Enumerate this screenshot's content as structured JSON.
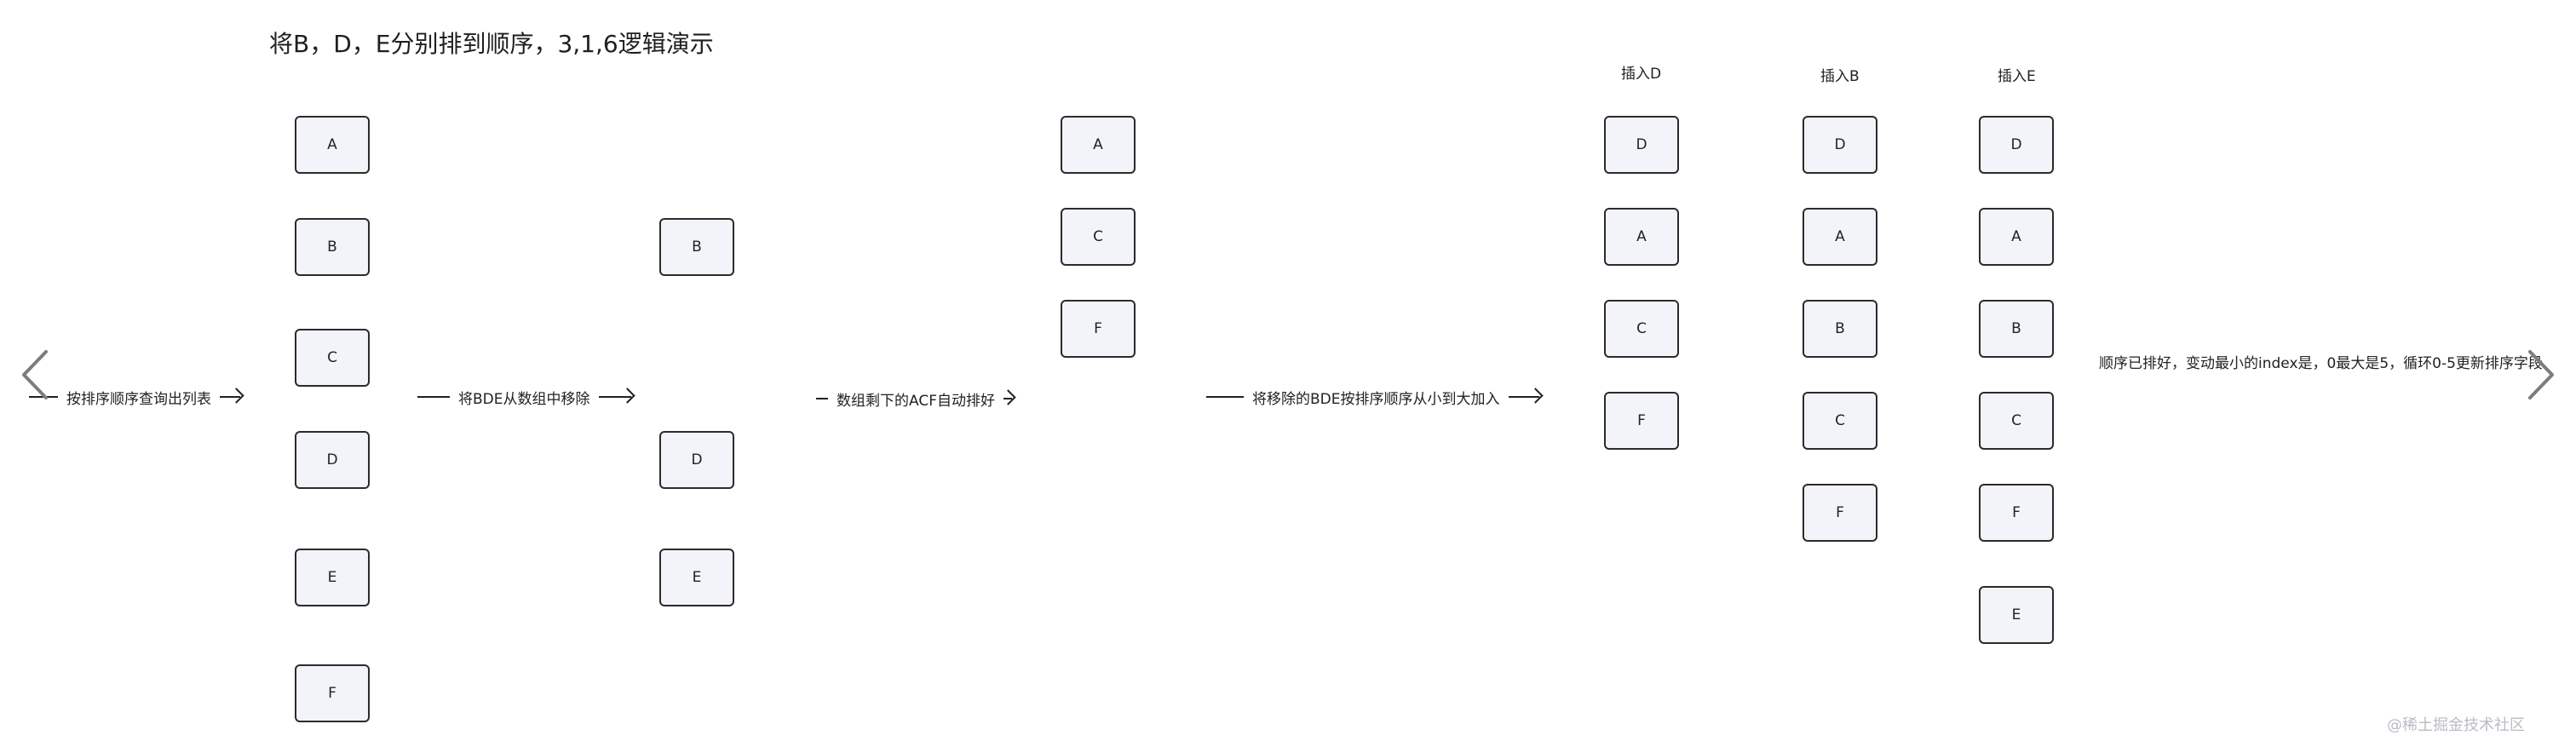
{
  "title": "将B，D，E分别排到顺序，3,1,6逻辑演示",
  "steps": [
    {
      "label": "按排序顺序查询出列表"
    },
    {
      "label": "将BDE从数组中移除"
    },
    {
      "label": "数组剩下的ACF自动排好"
    },
    {
      "label": "将移除的BDE按排序顺序从小到大加入"
    },
    {
      "label": "顺序已排好，变动最小的index是，0最大是5，循环0-5更新排序字段"
    }
  ],
  "columns": [
    {
      "label": "",
      "items": [
        "A",
        "B",
        "C",
        "D",
        "E",
        "F"
      ]
    },
    {
      "label": "",
      "items": [
        "B",
        "D",
        "E"
      ]
    },
    {
      "label": "",
      "items": [
        "A",
        "C",
        "F"
      ]
    },
    {
      "label": "插入D",
      "items": [
        "D",
        "A",
        "C",
        "F"
      ]
    },
    {
      "label": "插入B",
      "items": [
        "D",
        "A",
        "B",
        "C",
        "F"
      ]
    },
    {
      "label": "插入E",
      "items": [
        "D",
        "A",
        "B",
        "C",
        "F",
        "E"
      ]
    }
  ],
  "nav": {
    "prev": "chevron-left-icon",
    "next": "chevron-right-icon"
  },
  "watermark": "@稀土掘金技术社区"
}
